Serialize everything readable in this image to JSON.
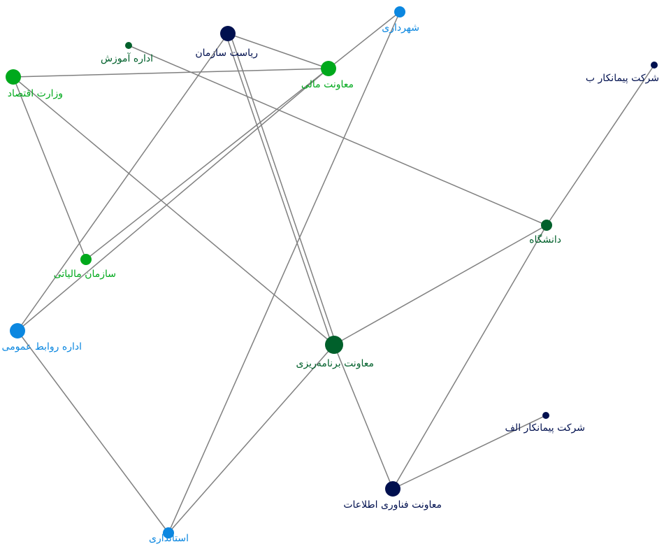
{
  "graph": {
    "colors": {
      "navy": "#00104f",
      "green": "#00a91c",
      "dark_green": "#00602b",
      "blue": "#0b87e0",
      "edge": "#808080"
    },
    "nodes": [
      {
        "id": "riasat",
        "label": "ریاست سازمان",
        "color": "navy",
        "size": "large"
      },
      {
        "id": "shahrdari",
        "label": "شهرداری",
        "color": "blue",
        "size": "medium"
      },
      {
        "id": "amoozesh",
        "label": "اداره آموزش",
        "color": "dark_green",
        "size": "small"
      },
      {
        "id": "mali",
        "label": "معاونت مالی",
        "color": "green",
        "size": "large"
      },
      {
        "id": "eqtesad",
        "label": "وزارت اقتصاد",
        "color": "green",
        "size": "large"
      },
      {
        "id": "peymankar_b",
        "label": "شرکت پیمانکار ب",
        "color": "navy",
        "size": "small"
      },
      {
        "id": "daneshgah",
        "label": "دانشگاه",
        "color": "dark_green",
        "size": "medium"
      },
      {
        "id": "maliati",
        "label": "سازمان مالیاتی",
        "color": "green",
        "size": "medium"
      },
      {
        "id": "ravabet",
        "label": "اداره روابط عمومی",
        "color": "blue",
        "size": "large"
      },
      {
        "id": "barnameh",
        "label": "معاونت برنامه‌ریزی",
        "color": "dark_green",
        "size": "xlarge"
      },
      {
        "id": "peymankar_alef",
        "label": "شرکت پیمانکار الف",
        "color": "navy",
        "size": "small"
      },
      {
        "id": "fanavari",
        "label": "معاونت فناوری اطلاعات",
        "color": "navy",
        "size": "large"
      },
      {
        "id": "ostandari",
        "label": "استانداری",
        "color": "blue",
        "size": "medium"
      }
    ],
    "edges": [
      [
        "riasat",
        "mali"
      ],
      [
        "riasat",
        "ravabet"
      ],
      [
        "riasat",
        "barnameh"
      ],
      [
        "riasat",
        "barnameh"
      ],
      [
        "shahrdari",
        "mali"
      ],
      [
        "shahrdari",
        "ostandari"
      ],
      [
        "amoozesh",
        "daneshgah"
      ],
      [
        "mali",
        "eqtesad"
      ],
      [
        "mali",
        "maliati"
      ],
      [
        "mali",
        "ravabet"
      ],
      [
        "eqtesad",
        "maliati"
      ],
      [
        "eqtesad",
        "barnameh"
      ],
      [
        "peymankar_b",
        "daneshgah"
      ],
      [
        "daneshgah",
        "barnameh"
      ],
      [
        "daneshgah",
        "fanavari"
      ],
      [
        "ravabet",
        "ostandari"
      ],
      [
        "barnameh",
        "ostandari"
      ],
      [
        "barnameh",
        "fanavari"
      ],
      [
        "peymankar_alef",
        "fanavari"
      ]
    ]
  }
}
